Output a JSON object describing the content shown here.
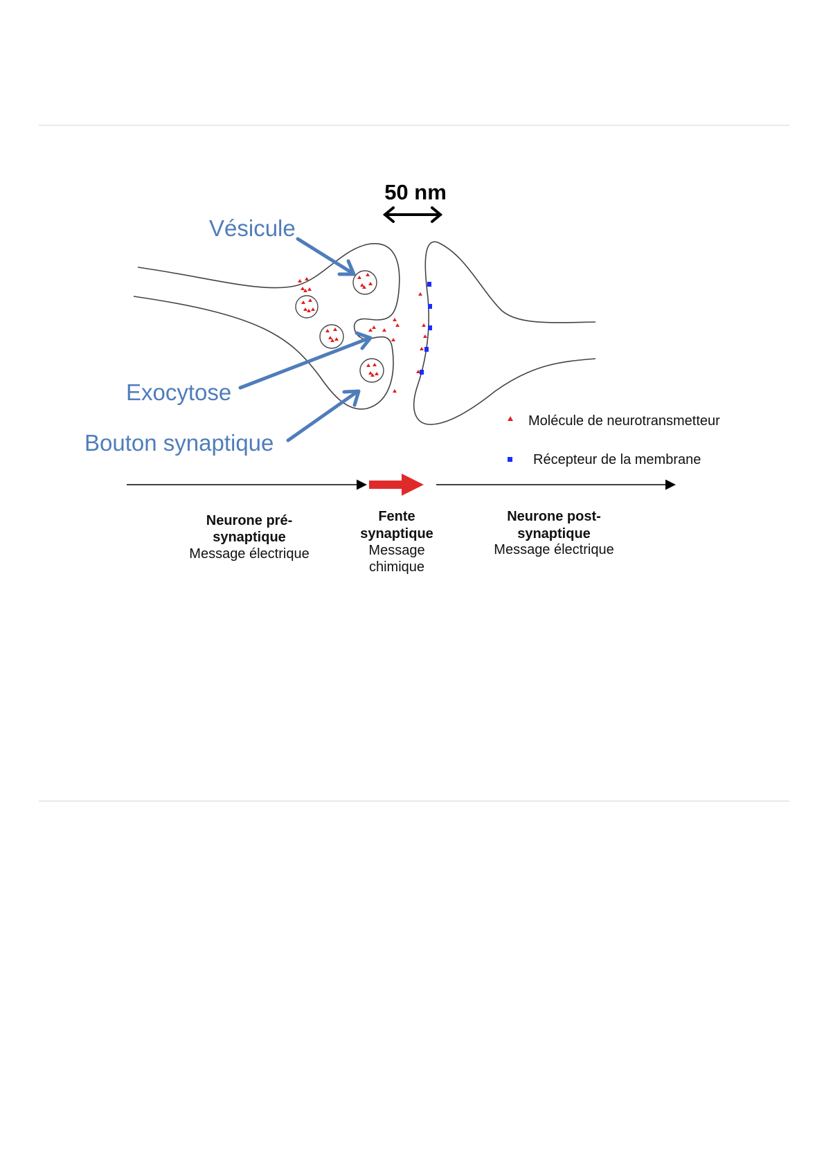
{
  "scale": {
    "label": "50 nm"
  },
  "annotations": {
    "vesicle": "Vésicule",
    "exocytosis": "Exocytose",
    "bouton": "Bouton synaptique"
  },
  "legend": {
    "neurotransmitter": "Molécule de neurotransmetteur",
    "receptor": "Récepteur de la membrane"
  },
  "sections": {
    "pre": {
      "line1": "Neurone pré-",
      "line2": "synaptique",
      "line3": "Message électrique"
    },
    "cleft": {
      "line1": "Fente",
      "line2": "synaptique",
      "line3": "Message",
      "line4": "chimique"
    },
    "post": {
      "line1": "Neurone post-",
      "line2": "synaptique",
      "line3": "Message électrique"
    }
  },
  "colors": {
    "annotation": "#4f7dbb",
    "neurotransmitter": "#e02020",
    "receptor": "#1a2cff",
    "chemical_arrow": "#e02a2a"
  }
}
